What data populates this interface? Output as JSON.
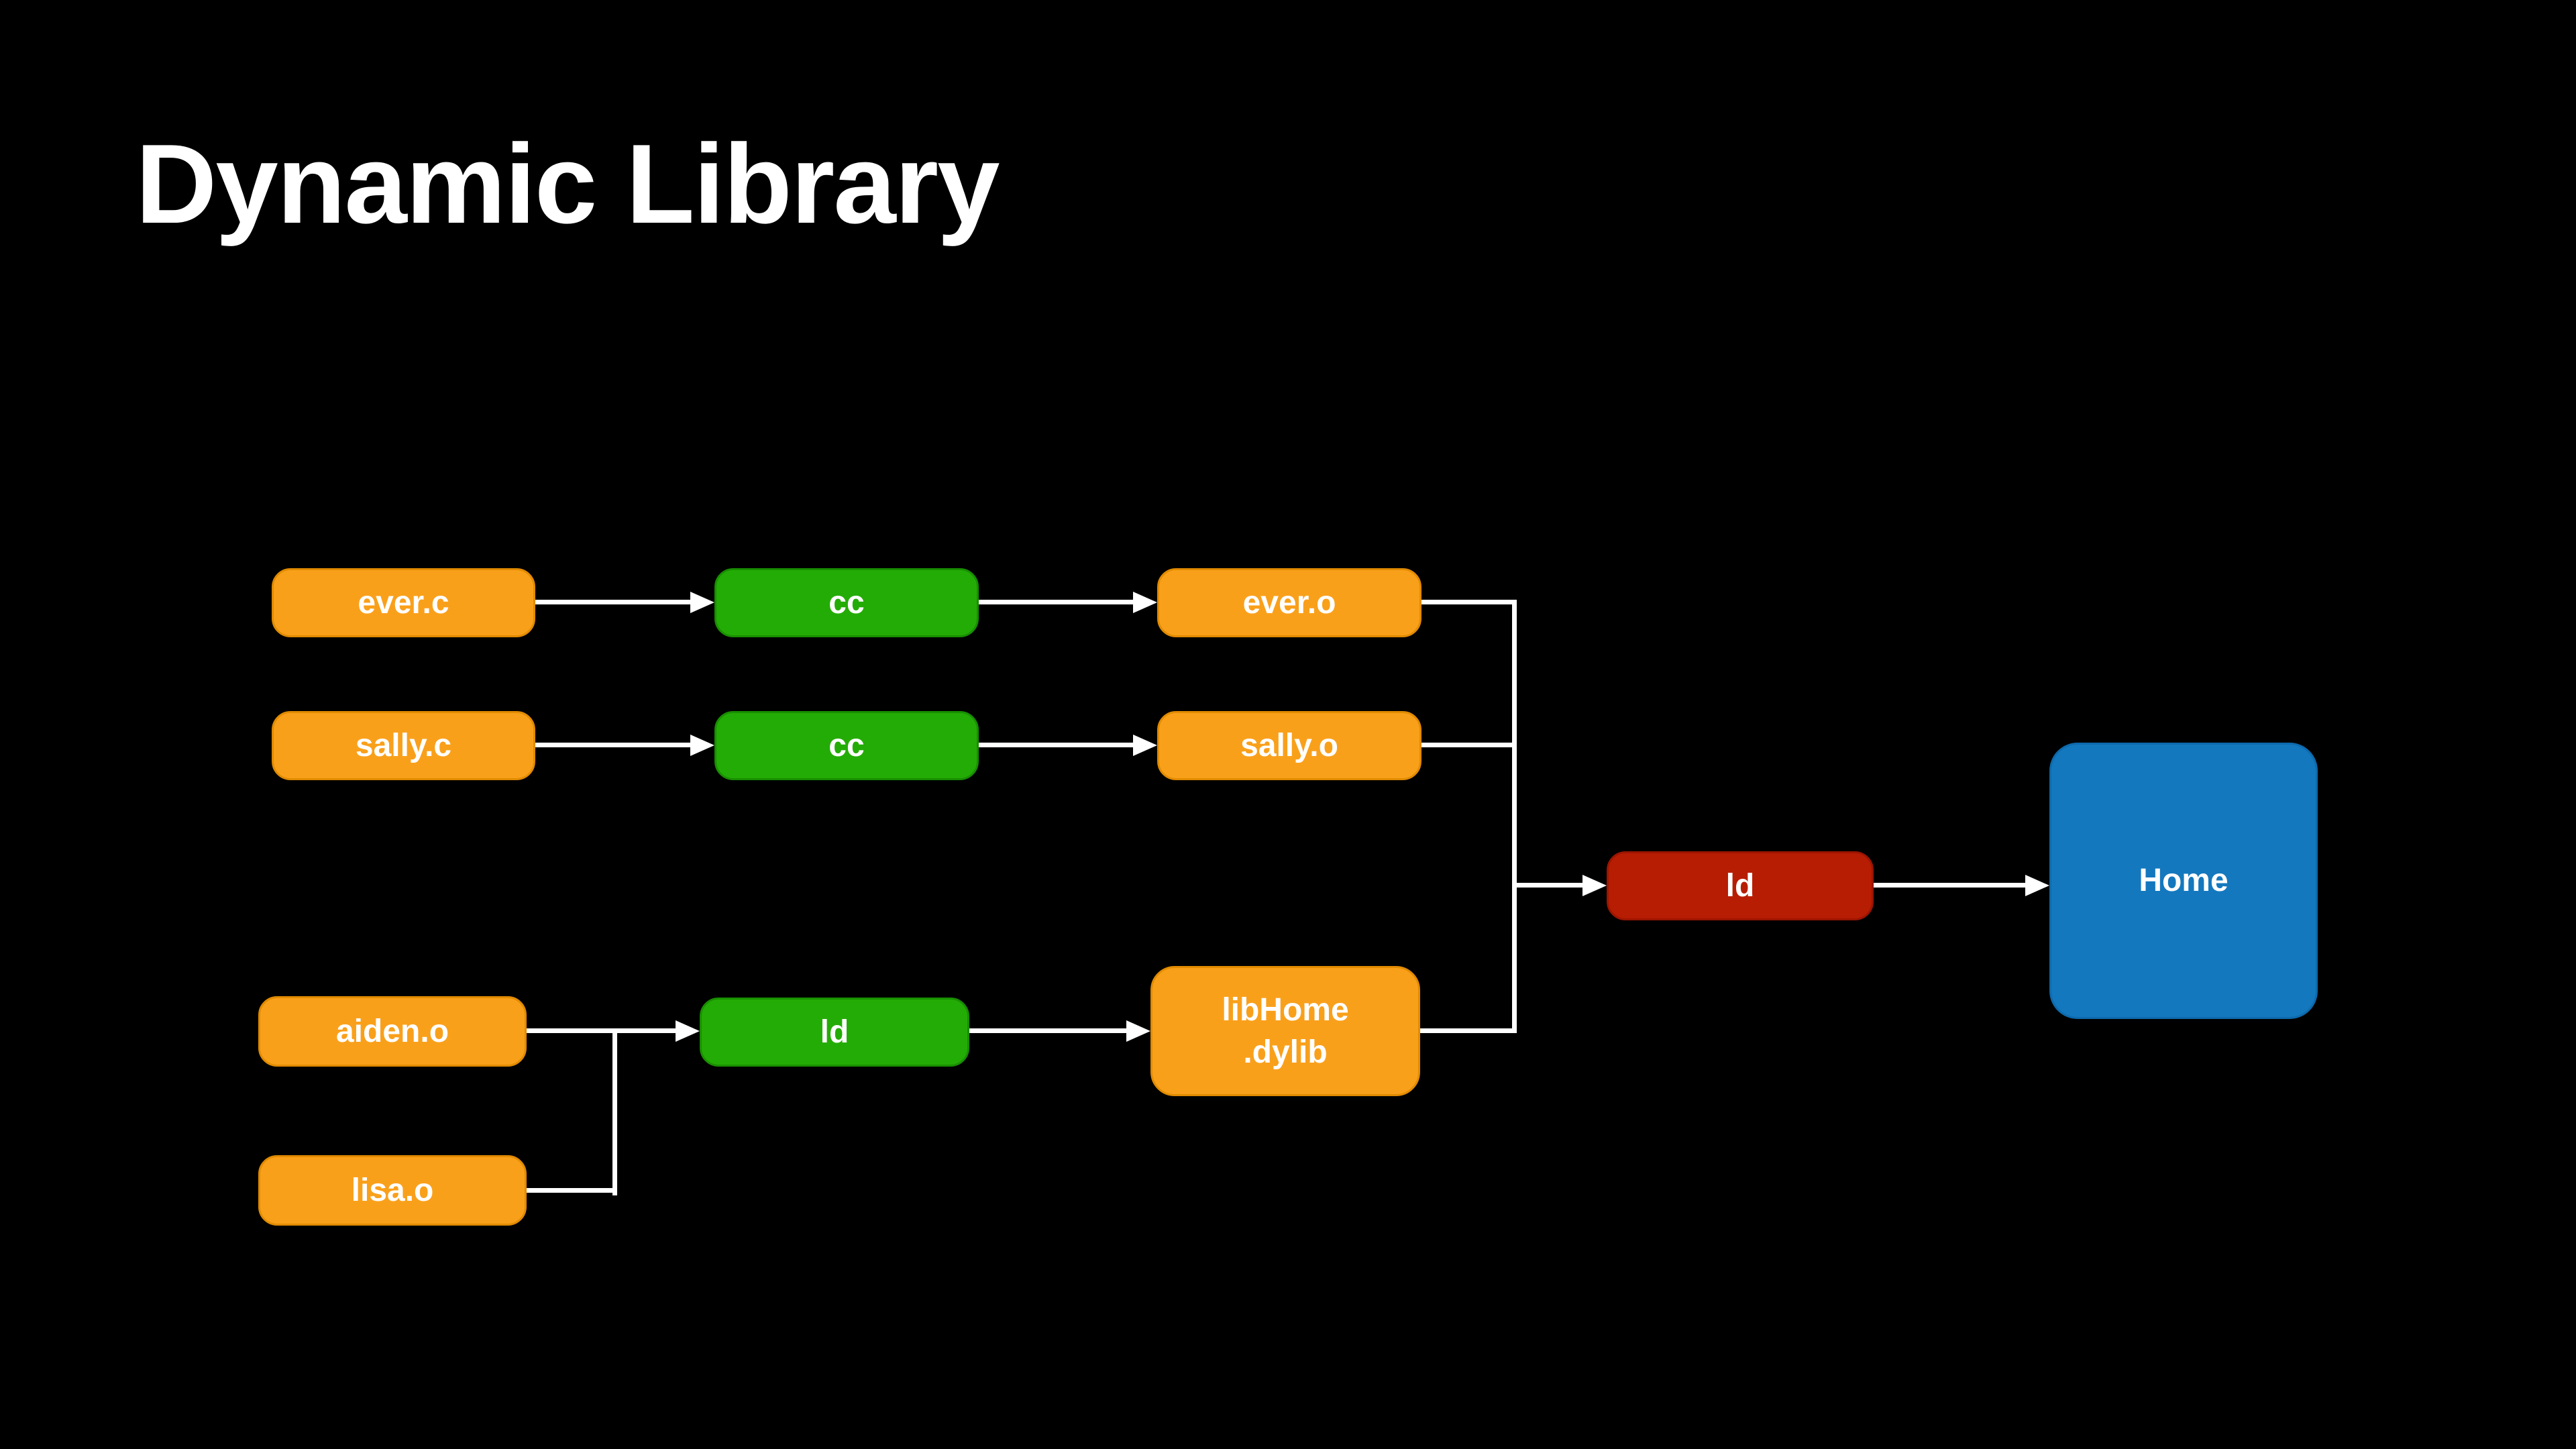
{
  "slide": {
    "title": "Dynamic Library"
  },
  "colors": {
    "background": "#000000",
    "box_orange": "#F9A01B",
    "box_green": "#24AC06",
    "box_red": "#B71D03",
    "box_blue": "#1478BE",
    "connector": "#FFFFFF",
    "text": "#FFFFFF"
  },
  "nodes": {
    "ever_c": {
      "label": "ever.c",
      "color": "orange"
    },
    "cc_top": {
      "label": "cc",
      "color": "green"
    },
    "ever_o": {
      "label": "ever.o",
      "color": "orange"
    },
    "sally_c": {
      "label": "sally.c",
      "color": "orange"
    },
    "cc_bottom": {
      "label": "cc",
      "color": "green"
    },
    "sally_o": {
      "label": "sally.o",
      "color": "orange"
    },
    "aiden_o": {
      "label": "aiden.o",
      "color": "orange"
    },
    "lisa_o": {
      "label": "lisa.o",
      "color": "orange"
    },
    "ld_static": {
      "label": "ld",
      "color": "green"
    },
    "libhome_dylib": {
      "label": "libHome\n.dylib",
      "color": "orange"
    },
    "ld_dynamic": {
      "label": "ld",
      "color": "red"
    },
    "home": {
      "label": "Home",
      "color": "blue"
    }
  }
}
